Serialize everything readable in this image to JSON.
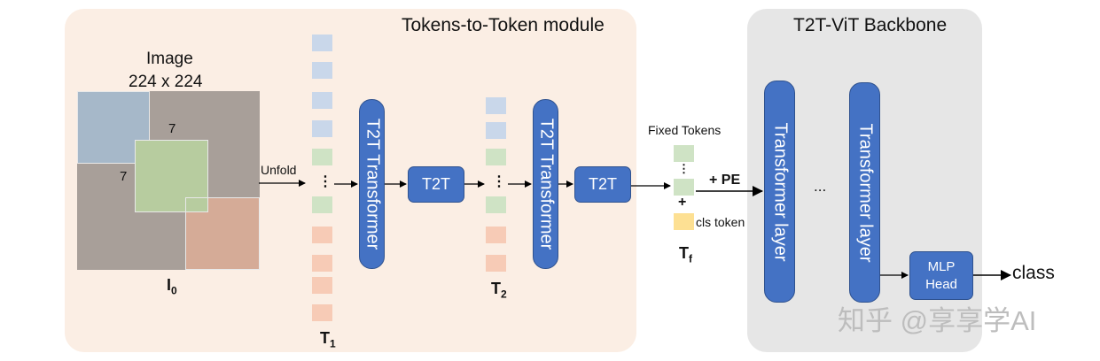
{
  "panels": {
    "t2t_title": "Tokens-to-Token module",
    "vit_title": "T2T-ViT Backbone"
  },
  "image": {
    "title_line1": "Image",
    "title_line2": "224 x 224",
    "patch_size_h": "7",
    "patch_size_v": "7",
    "label": "I",
    "label_sub": "0"
  },
  "arrows": {
    "unfold": "Unfold",
    "pe": "+ PE"
  },
  "blocks": {
    "transformer_1": "T2T Transformer",
    "t2t_1": "T2T",
    "transformer_2": "T2T Transformer",
    "t2t_2": "T2T",
    "transformer_layer_1": "Transformer  layer",
    "transformer_layer_2": "Transformer  layer",
    "mlp_head_line1": "MLP",
    "mlp_head_line2": "Head"
  },
  "tokens": {
    "t1_label": "T",
    "t1_sub": "1",
    "t2_label": "T",
    "t2_sub": "2",
    "tf_label": "T",
    "tf_sub": "f",
    "fixed_tokens": "Fixed Tokens",
    "plus": "+",
    "cls_token": "cls token",
    "vertical_dots": "⋮",
    "ellipsis": "..."
  },
  "output": {
    "class_label": "class"
  },
  "watermark": "知乎 @享享学AI",
  "colors": {
    "block_blue": "#4472c4",
    "token_blue": "#c9d7ea",
    "token_green": "#cfe3c5",
    "token_orange": "#f7cbb6",
    "token_yellow": "#fde093",
    "t2t_panel": "#fbeee4",
    "vit_panel": "#e6e6e6"
  }
}
